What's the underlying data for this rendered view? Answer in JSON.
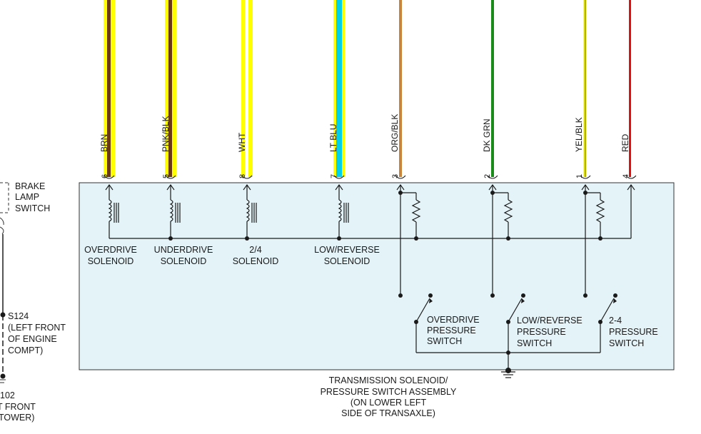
{
  "wires": [
    {
      "pin": "6",
      "color_name": "BRN",
      "colors": [
        "#ffff00",
        "#6b3a12"
      ]
    },
    {
      "pin": "5",
      "color_name": "PNK/BLK",
      "colors": [
        "#ffff00",
        "#6b3a12"
      ]
    },
    {
      "pin": "8",
      "color_name": "WHT",
      "colors": [
        "#ffff00",
        "#ffffff"
      ]
    },
    {
      "pin": "7",
      "color_name": "LT BLU",
      "colors": [
        "#ffff00",
        "#00d0e8"
      ]
    },
    {
      "pin": "3",
      "color_name": "ORG/BLK",
      "colors": [
        "#c8843a"
      ]
    },
    {
      "pin": "2",
      "color_name": "DK GRN",
      "colors": [
        "#1a8c1a"
      ]
    },
    {
      "pin": "1",
      "color_name": "YEL/BLK",
      "colors": [
        "#ffff00",
        "#8a8a00"
      ]
    },
    {
      "pin": "4",
      "color_name": "RED",
      "colors": [
        "#e01010"
      ]
    }
  ],
  "solenoids": [
    {
      "line1": "OVERDRIVE",
      "line2": "SOLENOID"
    },
    {
      "line1": "UNDERDRIVE",
      "line2": "SOLENOID"
    },
    {
      "line1": "2/4",
      "line2": "SOLENOID"
    },
    {
      "line1": "LOW/REVERSE",
      "line2": "SOLENOID"
    }
  ],
  "switches": [
    {
      "line1": "OVERDRIVE",
      "line2": "PRESSURE",
      "line3": "SWITCH"
    },
    {
      "line1": "LOW/REVERSE",
      "line2": "PRESSURE",
      "line3": "SWITCH"
    },
    {
      "line1": "2-4",
      "line2": "PRESSURE",
      "line3": "SWITCH"
    }
  ],
  "assembly": {
    "line1": "TRANSMISSION SOLENOID/",
    "line2": "PRESSURE SWITCH ASSEMBLY",
    "line3": "(ON LOWER LEFT",
    "line4": "SIDE OF TRANSAXLE)"
  },
  "brake_lamp_switch": {
    "line1": "BRAKE",
    "line2": "LAMP",
    "line3": "SWITCH"
  },
  "splice": {
    "line1": "S124",
    "line2": "(LEFT FRONT",
    "line3": "OF ENGINE",
    "line4": "COMPT)"
  },
  "ground": {
    "line1": "102",
    "line2": "T FRONT",
    "line3": "TOWER)"
  },
  "colors": {
    "module_fill": "#e4f3f8",
    "line": "#1a1a1a"
  }
}
